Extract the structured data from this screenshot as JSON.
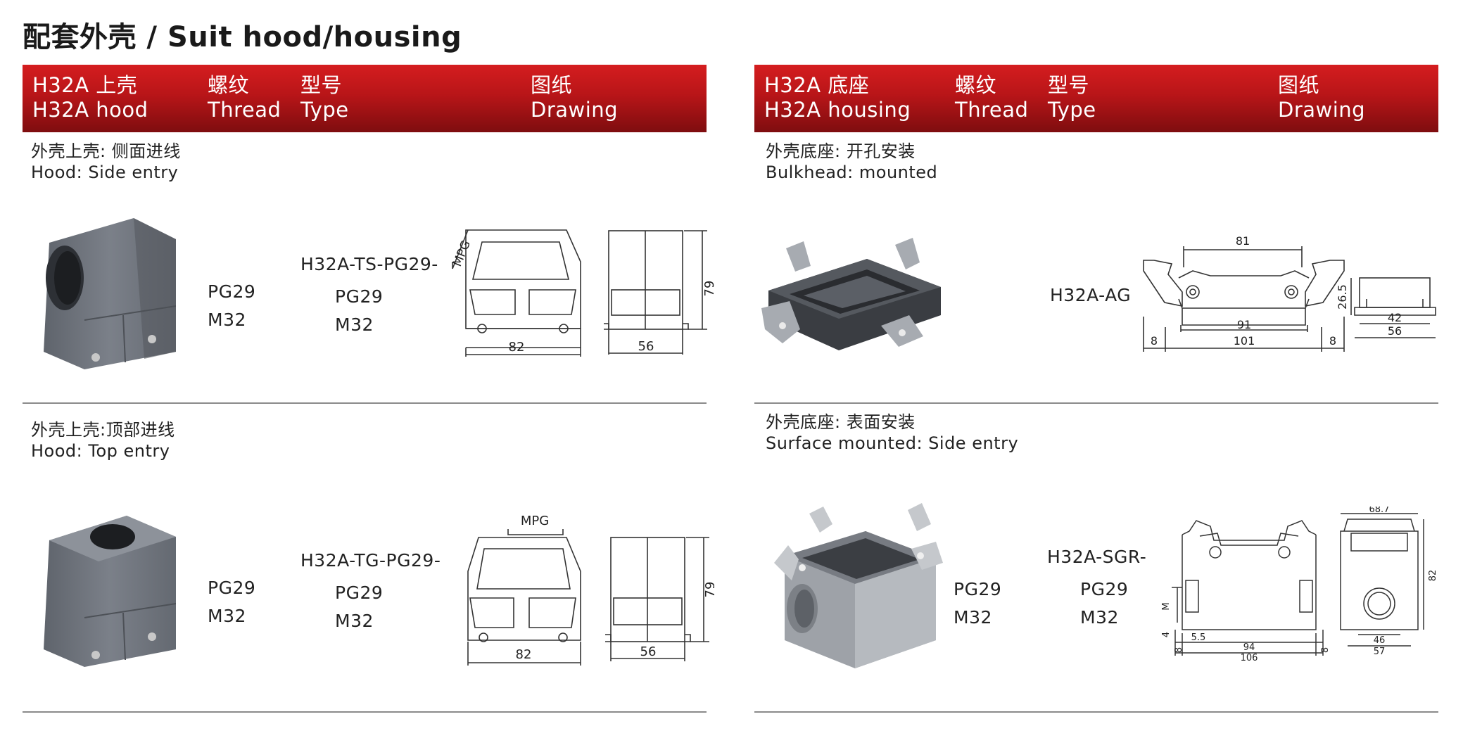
{
  "page_title": "配套外壳 / Suit hood/housing",
  "left_table": {
    "header": {
      "col1_zh": "H32A 上壳",
      "col1_en": "H32A hood",
      "col2_zh": "螺纹",
      "col2_en": "Thread",
      "col3_zh": "型号",
      "col3_en": "Type",
      "col4_zh": "图纸",
      "col4_en": "Drawing"
    },
    "rows": [
      {
        "label_zh": "外壳上壳: 侧面进线",
        "label_en": "Hood: Side entry",
        "thread": [
          "PG29",
          "M32"
        ],
        "type": "H32A-TS-PG29-",
        "type_variants": [
          "PG29",
          "M32"
        ],
        "dims": {
          "mpg": "MPG",
          "height": "79",
          "width": "82",
          "depth": "56"
        }
      },
      {
        "label_zh": "外壳上壳:顶部进线",
        "label_en": "Hood: Top entry",
        "thread": [
          "PG29",
          "M32"
        ],
        "type": "H32A-TG-PG29-",
        "type_variants": [
          "PG29",
          "M32"
        ],
        "dims": {
          "mpg": "MPG",
          "height": "79",
          "width": "82",
          "depth": "56"
        }
      }
    ]
  },
  "right_table": {
    "header": {
      "col1_zh": "H32A 底座",
      "col1_en": "H32A housing",
      "col2_zh": "螺纹",
      "col2_en": "Thread",
      "col3_zh": "型号",
      "col3_en": "Type",
      "col4_zh": "图纸",
      "col4_en": "Drawing"
    },
    "rows": [
      {
        "label_zh": "外壳底座: 开孔安装",
        "label_en": "Bulkhead: mounted",
        "type": "H32A-AG",
        "dims": {
          "top": "81",
          "inner": "91",
          "total": "101",
          "side_l": "8",
          "side_r": "8",
          "height": "26.5",
          "d1": "42",
          "d2": "56"
        }
      },
      {
        "label_zh": "外壳底座: 表面安装",
        "label_en": "Surface mounted: Side entry",
        "thread": [
          "PG29",
          "M32"
        ],
        "type": "H32A-SGR-",
        "type_variants": [
          "PG29",
          "M32"
        ],
        "dims": {
          "m": "M",
          "four": "4",
          "e8": "8",
          "five": "5.5",
          "w94": "94",
          "w106": "106",
          "r8": "8",
          "top": "68.7",
          "h82": "82",
          "b46": "46",
          "b57": "57"
        }
      }
    ]
  },
  "colors": {
    "header_top": "#d51d1f",
    "header_bottom": "#7e0d0f",
    "rule": "#8a8a8a"
  }
}
